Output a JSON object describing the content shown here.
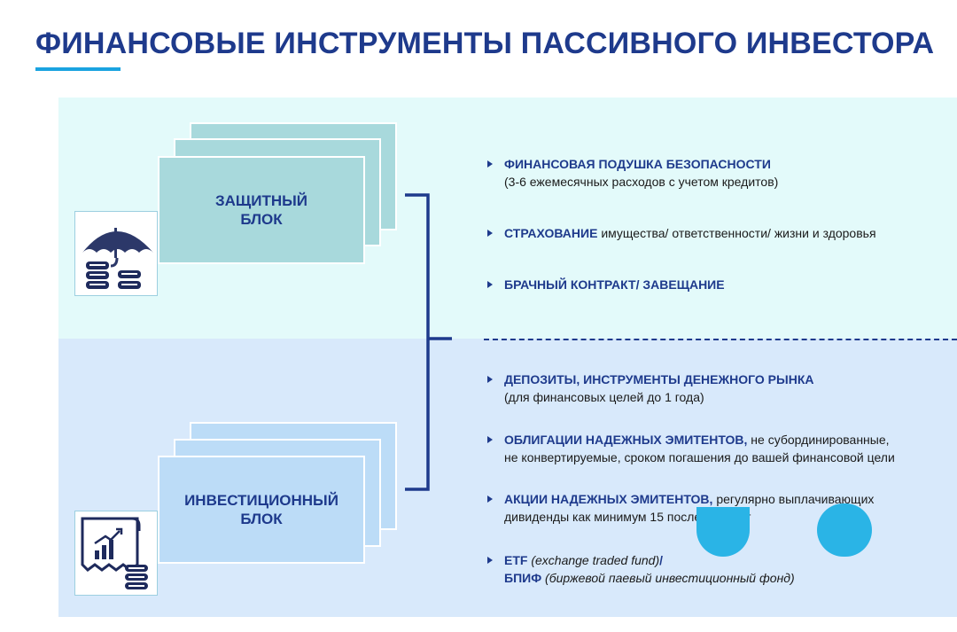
{
  "title": "ФИНАНСОВЫЕ ИНСТРУМЕНТЫ ПАССИВНОГО ИНВЕСТОРА",
  "blocks": {
    "protective": {
      "line1": "ЗАЩИТНЫЙ",
      "line2": "БЛОК"
    },
    "investment": {
      "line1": "ИНВЕСТИЦИОННЫЙ",
      "line2": "БЛОК"
    }
  },
  "protective_items": [
    {
      "bold": "ФИНАНСОВАЯ ПОДУШКА БЕЗОПАСНОСТИ",
      "rest": "",
      "line2": "(3-6 ежемесячных расходов с учетом кредитов)"
    },
    {
      "bold": "СТРАХОВАНИЕ",
      "rest": " имущества/ ответственности/ жизни и здоровья",
      "line2": ""
    },
    {
      "bold": "БРАЧНЫЙ КОНТРАКТ/ ЗАВЕЩАНИЕ",
      "rest": "",
      "line2": ""
    }
  ],
  "investment_items": [
    {
      "bold": "ДЕПОЗИТЫ, ИНСТРУМЕНТЫ ДЕНЕЖНОГО РЫНКА",
      "rest": "",
      "line2": "(для финансовых целей до 1 года)"
    },
    {
      "bold": "ОБЛИГАЦИИ НАДЕЖНЫХ ЭМИТЕНТОВ,",
      "rest": " не субординированные,",
      "line2": "не конвертируемые, сроком погашения до вашей финансовой цели"
    },
    {
      "bold": "АКЦИИ НАДЕЖНЫХ ЭМИТЕНТОВ,",
      "rest": " регулярно выплачивающих",
      "line2": "дивиденды как минимум 15 последних лет"
    },
    {
      "bold": "ETF",
      "italic": " (exchange traded fund)",
      "bold2": "/",
      "line2_bold": "БПИФ",
      "line2_italic": " (биржевой паевый инвестиционный фонд)"
    }
  ],
  "icons": {
    "protective": "umbrella-coins-icon",
    "investment": "document-chart-coins-icon"
  },
  "colors": {
    "title": "#1e3a8c",
    "accent": "#1aa3e0",
    "panel_top": "#e3fafa",
    "panel_bottom": "#d8e9fb",
    "card_protective": "#a8d9dc",
    "card_investment": "#bcdcf7"
  }
}
